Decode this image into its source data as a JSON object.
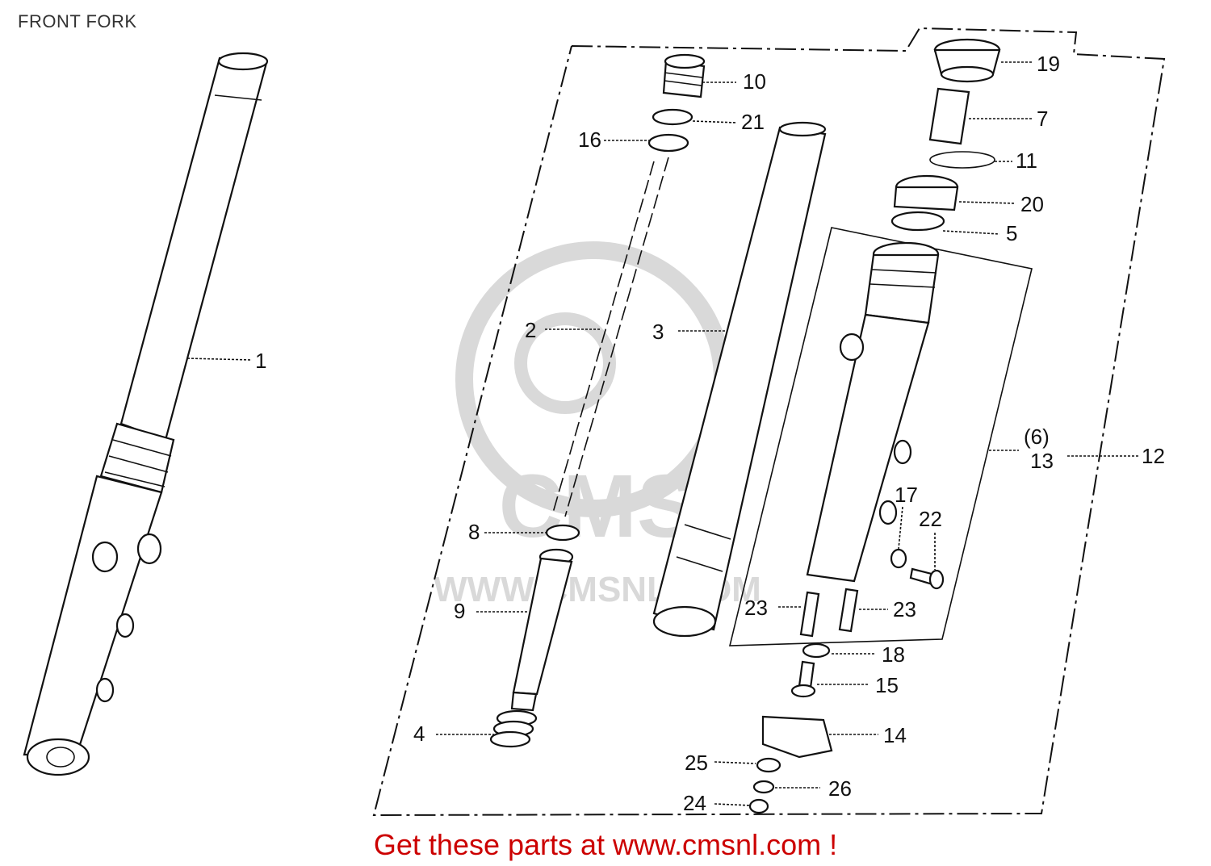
{
  "page": {
    "title": "FRONT FORK",
    "footer": "Get these parts at www.cmsnl.com !"
  },
  "watermark": {
    "brand": "CMS",
    "url": "WWW.CMSNL.COM"
  },
  "colors": {
    "footer_text": "#cc0000",
    "line_art": "#111111",
    "watermark": "#d9d9d9"
  },
  "callouts": {
    "c1": "1",
    "c2": "2",
    "c3": "3",
    "c4": "4",
    "c5": "5",
    "c6_13": "(6)",
    "c13": "13",
    "c7": "7",
    "c8": "8",
    "c9": "9",
    "c10": "10",
    "c11": "11",
    "c12": "12",
    "c14": "14",
    "c15": "15",
    "c16": "16",
    "c17": "17",
    "c18": "18",
    "c19": "19",
    "c20": "20",
    "c21": "21",
    "c22": "22",
    "c23a": "23",
    "c23b": "23",
    "c24": "24",
    "c25": "25",
    "c26": "26"
  }
}
